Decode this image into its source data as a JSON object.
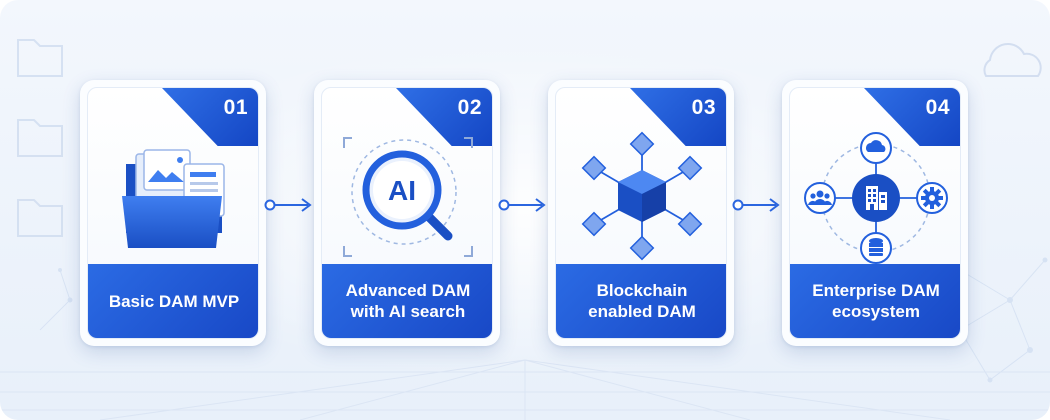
{
  "diagram": {
    "steps": [
      {
        "number": "01",
        "label": "Basic DAM MVP",
        "icon": "folder-documents-icon"
      },
      {
        "number": "02",
        "label": "Advanced DAM\nwith AI search",
        "icon": "ai-search-icon",
        "icon_text": "AI"
      },
      {
        "number": "03",
        "label": "Blockchain\nenabled DAM",
        "icon": "blockchain-network-icon"
      },
      {
        "number": "04",
        "label": "Enterprise DAM\necosystem",
        "icon": "enterprise-ecosystem-icon"
      }
    ],
    "colors": {
      "primary": "#1f56d6",
      "primary_light": "#3f7ef0",
      "card_bg": "#ffffff",
      "background": "#eef3fb"
    }
  }
}
